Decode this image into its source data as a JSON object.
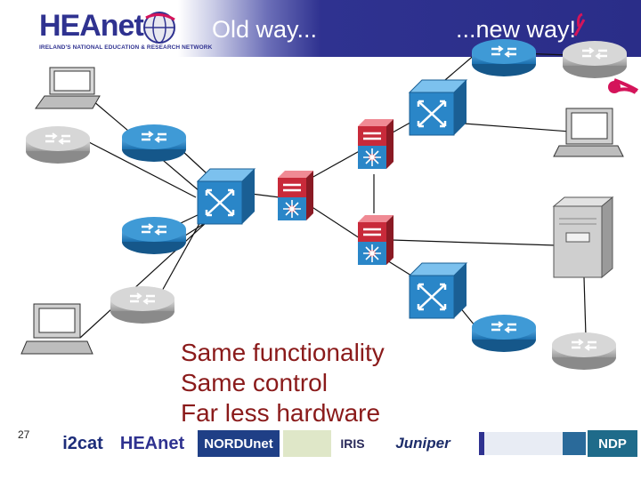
{
  "header": {
    "logo_text": "HEAnet",
    "logo_tagline": "IRELAND'S NATIONAL EDUCATION & RESEARCH NETWORK",
    "title_left": "Old way...",
    "title_right": "...new way!"
  },
  "caption": {
    "line1": "Same functionality",
    "line2": "Same control",
    "line3": "Far less hardware"
  },
  "page_number": "27",
  "footer_logos": [
    {
      "text": "i2cat"
    },
    {
      "text": "HEAnet"
    },
    {
      "text": "NORDUnet"
    },
    {
      "text": "IRIS"
    },
    {
      "text": "Juniper"
    },
    {
      "text": "NDP"
    }
  ],
  "colors": {
    "header_blue": "#2f3290",
    "caption_red": "#8a1a1a",
    "router_blue": "#1f7fc0",
    "router_grey": "#a8a8a8",
    "switch_red": "#c82a3a"
  },
  "icons": [
    "router-icon",
    "switch-icon",
    "multilayer-switch-icon",
    "laptop-icon",
    "workstation-icon",
    "server-icon"
  ]
}
